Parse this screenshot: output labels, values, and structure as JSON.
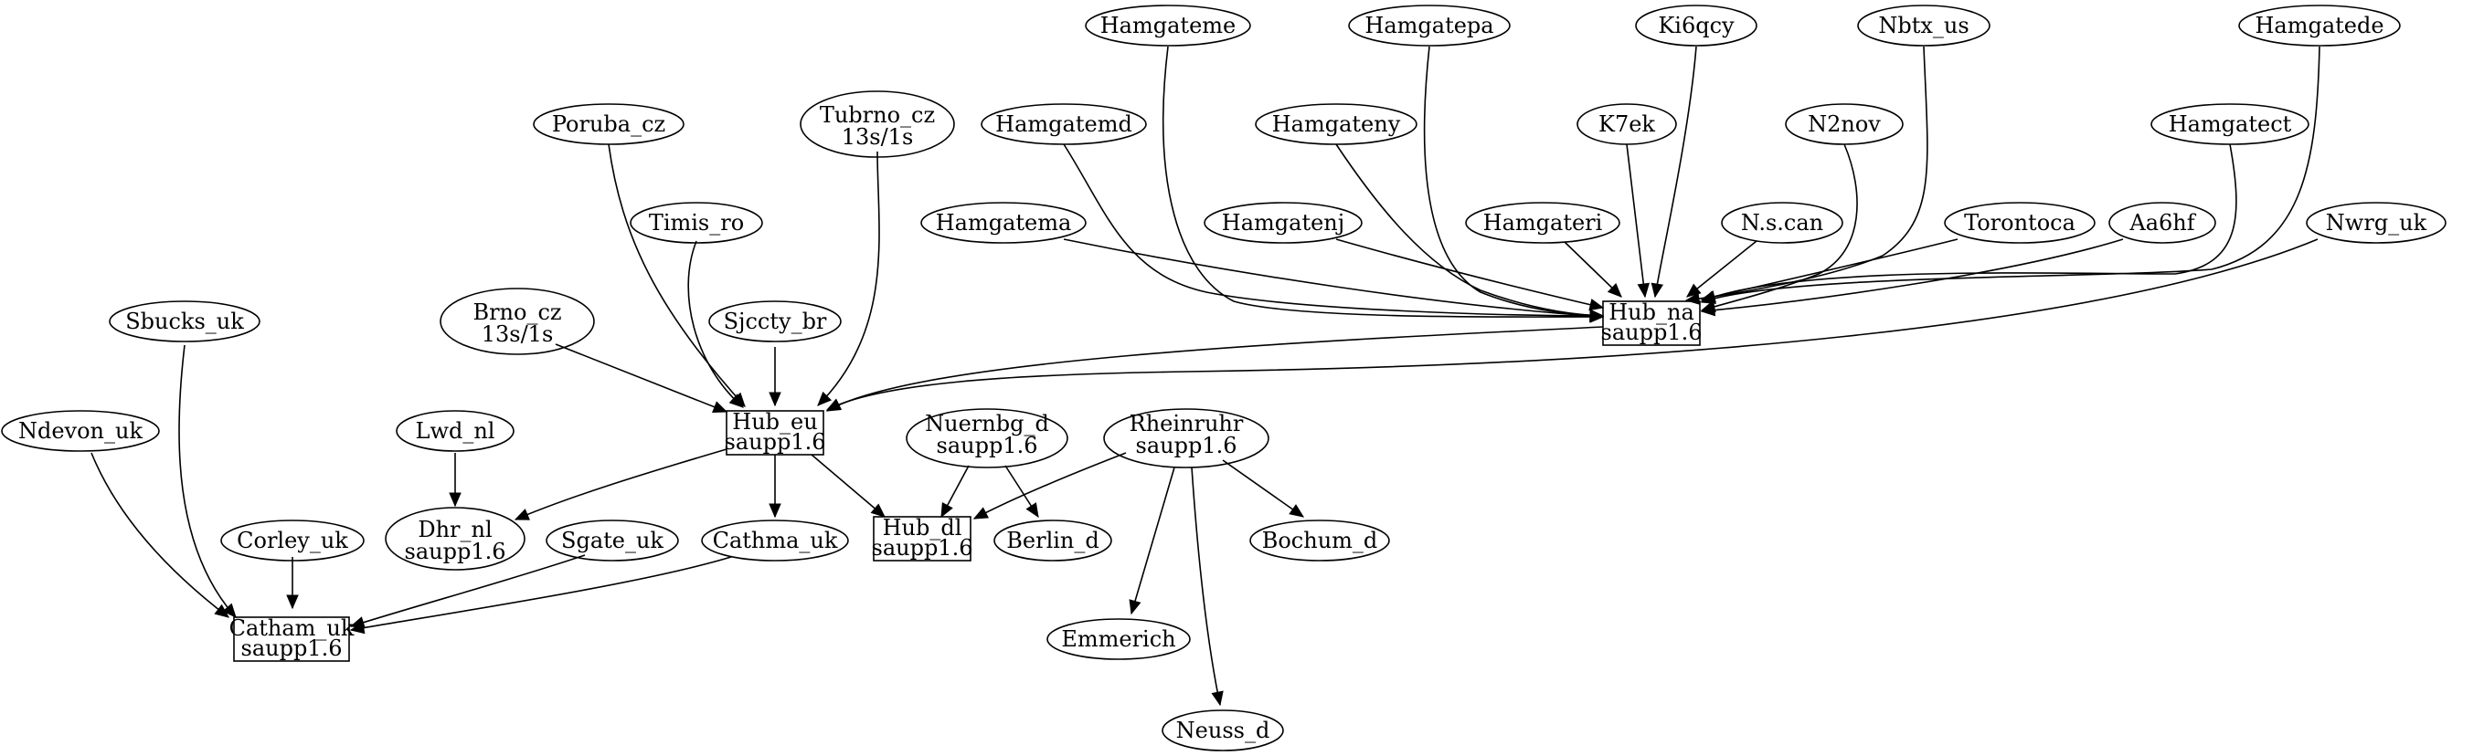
{
  "nodes": {
    "hamgateme": {
      "lines": [
        "Hamgateme"
      ]
    },
    "hamgatepa": {
      "lines": [
        "Hamgatepa"
      ]
    },
    "ki6qcy": {
      "lines": [
        "Ki6qcy"
      ]
    },
    "nbtx_us": {
      "lines": [
        "Nbtx_us"
      ]
    },
    "hamgatede": {
      "lines": [
        "Hamgatede"
      ]
    },
    "poruba_cz": {
      "lines": [
        "Poruba_cz"
      ]
    },
    "tubrno_cz": {
      "lines": [
        "Tubrno_cz",
        "13s/1s"
      ]
    },
    "hamgatemd": {
      "lines": [
        "Hamgatemd"
      ]
    },
    "hamgateny": {
      "lines": [
        "Hamgateny"
      ]
    },
    "k7ek": {
      "lines": [
        "K7ek"
      ]
    },
    "n2nov": {
      "lines": [
        "N2nov"
      ]
    },
    "hamgatect": {
      "lines": [
        "Hamgatect"
      ]
    },
    "timis_ro": {
      "lines": [
        "Timis_ro"
      ]
    },
    "hamgatema": {
      "lines": [
        "Hamgatema"
      ]
    },
    "hamgatenj": {
      "lines": [
        "Hamgatenj"
      ]
    },
    "hamgateri": {
      "lines": [
        "Hamgateri"
      ]
    },
    "n_s_can": {
      "lines": [
        "N.s.can"
      ]
    },
    "torontoca": {
      "lines": [
        "Torontoca"
      ]
    },
    "aa6hf": {
      "lines": [
        "Aa6hf"
      ]
    },
    "nwrg_uk": {
      "lines": [
        "Nwrg_uk"
      ]
    },
    "sbucks_uk": {
      "lines": [
        "Sbucks_uk"
      ]
    },
    "brno_cz": {
      "lines": [
        "Brno_cz",
        "13s/1s"
      ]
    },
    "sjccty_br": {
      "lines": [
        "Sjccty_br"
      ]
    },
    "hub_na": {
      "lines": [
        "Hub_na",
        "saupp1.6"
      ]
    },
    "ndevon_uk": {
      "lines": [
        "Ndevon_uk"
      ]
    },
    "lwd_nl": {
      "lines": [
        "Lwd_nl"
      ]
    },
    "hub_eu": {
      "lines": [
        "Hub_eu",
        "saupp1.6"
      ]
    },
    "nuernbg_d": {
      "lines": [
        "Nuernbg_d",
        "saupp1.6"
      ]
    },
    "rheinruhr": {
      "lines": [
        "Rheinruhr",
        "saupp1.6"
      ]
    },
    "corley_uk": {
      "lines": [
        "Corley_uk"
      ]
    },
    "dhr_nl": {
      "lines": [
        "Dhr_nl",
        "saupp1.6"
      ]
    },
    "sgate_uk": {
      "lines": [
        "Sgate_uk"
      ]
    },
    "cathma_uk": {
      "lines": [
        "Cathma_uk"
      ]
    },
    "hub_dl": {
      "lines": [
        "Hub_dl",
        "saupp1.6"
      ]
    },
    "berlin_d": {
      "lines": [
        "Berlin_d"
      ]
    },
    "bochum_d": {
      "lines": [
        "Bochum_d"
      ]
    },
    "catham_uk": {
      "lines": [
        "Catham_uk",
        "saupp1.6"
      ]
    },
    "emmerich": {
      "lines": [
        "Emmerich"
      ]
    },
    "neuss_d": {
      "lines": [
        "Neuss_d"
      ]
    }
  },
  "edges": [
    [
      "hamgateme",
      "hub_na"
    ],
    [
      "hamgatepa",
      "hub_na"
    ],
    [
      "ki6qcy",
      "hub_na"
    ],
    [
      "nbtx_us",
      "hub_na"
    ],
    [
      "hamgatede",
      "hub_na"
    ],
    [
      "hamgatemd",
      "hub_na"
    ],
    [
      "hamgateny",
      "hub_na"
    ],
    [
      "k7ek",
      "hub_na"
    ],
    [
      "n2nov",
      "hub_na"
    ],
    [
      "hamgatect",
      "hub_na"
    ],
    [
      "hamgatema",
      "hub_na"
    ],
    [
      "hamgatenj",
      "hub_na"
    ],
    [
      "hamgateri",
      "hub_na"
    ],
    [
      "n_s_can",
      "hub_na"
    ],
    [
      "torontoca",
      "hub_na"
    ],
    [
      "aa6hf",
      "hub_na"
    ],
    [
      "hub_na",
      "hub_eu"
    ],
    [
      "nwrg_uk",
      "hub_eu"
    ],
    [
      "poruba_cz",
      "hub_eu"
    ],
    [
      "tubrno_cz",
      "hub_eu"
    ],
    [
      "timis_ro",
      "hub_eu"
    ],
    [
      "brno_cz",
      "hub_eu"
    ],
    [
      "sjccty_br",
      "hub_eu"
    ],
    [
      "hub_eu",
      "dhr_nl"
    ],
    [
      "hub_eu",
      "cathma_uk"
    ],
    [
      "hub_eu",
      "hub_dl"
    ],
    [
      "lwd_nl",
      "dhr_nl"
    ],
    [
      "nuernbg_d",
      "hub_dl"
    ],
    [
      "nuernbg_d",
      "berlin_d"
    ],
    [
      "rheinruhr",
      "hub_dl"
    ],
    [
      "rheinruhr",
      "bochum_d"
    ],
    [
      "rheinruhr",
      "emmerich"
    ],
    [
      "rheinruhr",
      "neuss_d"
    ],
    [
      "sbucks_uk",
      "catham_uk"
    ],
    [
      "ndevon_uk",
      "catham_uk"
    ],
    [
      "corley_uk",
      "catham_uk"
    ],
    [
      "sgate_uk",
      "catham_uk"
    ],
    [
      "cathma_uk",
      "catham_uk"
    ]
  ]
}
